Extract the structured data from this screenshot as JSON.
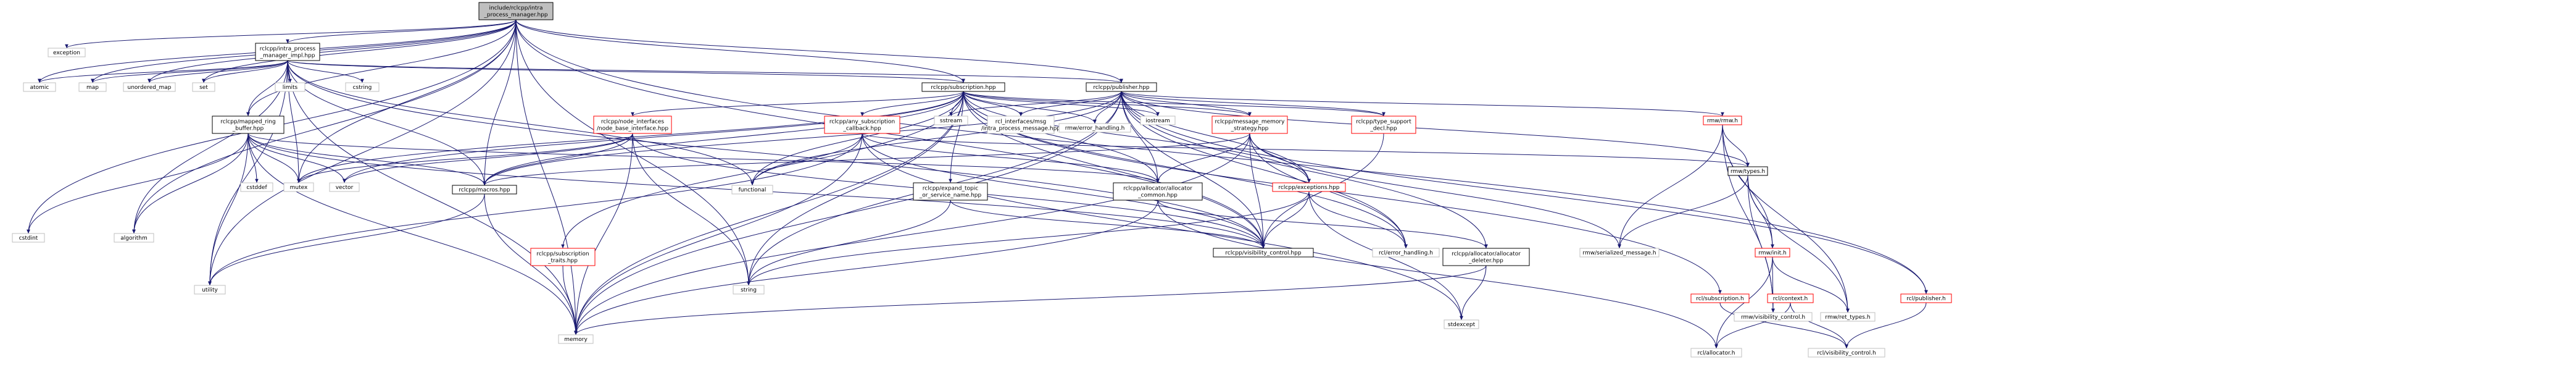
{
  "colors": {
    "edge": "#191970",
    "node_fill": "#ffffff",
    "root_fill": "#bfbfbf",
    "border_linked": "#000000",
    "border_missing": "#ff0000",
    "border_external": "#bfbfbf"
  },
  "nodes": {
    "root": {
      "lines": [
        "include/rclcpp/intra",
        "_process_manager.hpp"
      ],
      "kind": "root"
    },
    "exception": {
      "lines": [
        "exception"
      ],
      "kind": "external"
    },
    "ipm_impl": {
      "lines": [
        "rclcpp/intra_process",
        "_manager_impl.hpp"
      ],
      "kind": "linked"
    },
    "atomic": {
      "lines": [
        "atomic"
      ],
      "kind": "external"
    },
    "map": {
      "lines": [
        "map"
      ],
      "kind": "external"
    },
    "unordered_map": {
      "lines": [
        "unordered_map"
      ],
      "kind": "external"
    },
    "set": {
      "lines": [
        "set"
      ],
      "kind": "external"
    },
    "limits": {
      "lines": [
        "limits"
      ],
      "kind": "external"
    },
    "cstring": {
      "lines": [
        "cstring"
      ],
      "kind": "external"
    },
    "cstdint": {
      "lines": [
        "cstdint"
      ],
      "kind": "external"
    },
    "algorithm": {
      "lines": [
        "algorithm"
      ],
      "kind": "external"
    },
    "mapped_ring": {
      "lines": [
        "rclcpp/mapped_ring",
        "_buffer.hpp"
      ],
      "kind": "linked"
    },
    "cstddef": {
      "lines": [
        "cstddef"
      ],
      "kind": "external"
    },
    "mutex": {
      "lines": [
        "mutex"
      ],
      "kind": "external"
    },
    "vector": {
      "lines": [
        "vector"
      ],
      "kind": "external"
    },
    "utility": {
      "lines": [
        "utility"
      ],
      "kind": "external"
    },
    "memory": {
      "lines": [
        "memory"
      ],
      "kind": "external"
    },
    "macros": {
      "lines": [
        "rclcpp/macros.hpp"
      ],
      "kind": "linked"
    },
    "subscription": {
      "lines": [
        "rclcpp/subscription.hpp"
      ],
      "kind": "linked"
    },
    "publisher": {
      "lines": [
        "rclcpp/publisher.hpp"
      ],
      "kind": "linked"
    },
    "node_base": {
      "lines": [
        "rclcpp/node_interfaces",
        "/node_base_interface.hpp"
      ],
      "kind": "missing"
    },
    "sub_traits": {
      "lines": [
        "rclcpp/subscription",
        "_traits.hpp"
      ],
      "kind": "missing"
    },
    "any_sub_cb": {
      "lines": [
        "rclcpp/any_subscription",
        "_callback.hpp"
      ],
      "kind": "missing"
    },
    "expand_topic": {
      "lines": [
        "rclcpp/expand_topic",
        "_or_service_name.hpp"
      ],
      "kind": "linked"
    },
    "functional": {
      "lines": [
        "functional"
      ],
      "kind": "external"
    },
    "string": {
      "lines": [
        "string"
      ],
      "kind": "external"
    },
    "sstream": {
      "lines": [
        "sstream"
      ],
      "kind": "external"
    },
    "intra_msg": {
      "lines": [
        "rcl_interfaces/msg",
        "/intra_process_message.hpp"
      ],
      "kind": "external"
    },
    "rmw_err_h": {
      "lines": [
        "rmw/error_handling.h"
      ],
      "kind": "external"
    },
    "iostream": {
      "lines": [
        "iostream"
      ],
      "kind": "external"
    },
    "msg_mem": {
      "lines": [
        "rclcpp/message_memory",
        "_strategy.hpp"
      ],
      "kind": "missing"
    },
    "type_support": {
      "lines": [
        "rclcpp/type_support",
        "_decl.hpp"
      ],
      "kind": "missing"
    },
    "exceptions": {
      "lines": [
        "rclcpp/exceptions.hpp"
      ],
      "kind": "missing"
    },
    "alloc_common": {
      "lines": [
        "rclcpp/allocator/allocator",
        "_common.hpp"
      ],
      "kind": "linked"
    },
    "alloc_deleter": {
      "lines": [
        "rclcpp/allocator/allocator",
        "_deleter.hpp"
      ],
      "kind": "linked"
    },
    "visibility": {
      "lines": [
        "rclcpp/visibility_control.hpp"
      ],
      "kind": "linked"
    },
    "rcl_err": {
      "lines": [
        "rcl/error_handling.h"
      ],
      "kind": "external"
    },
    "stdexcept": {
      "lines": [
        "stdexcept"
      ],
      "kind": "external"
    },
    "rmw_rmw": {
      "lines": [
        "rmw/rmw.h"
      ],
      "kind": "missing"
    },
    "rmw_types": {
      "lines": [
        "rmw/types.h"
      ],
      "kind": "linked"
    },
    "rmw_ser": {
      "lines": [
        "rmw/serialized_message.h"
      ],
      "kind": "external"
    },
    "rmw_init": {
      "lines": [
        "rmw/init.h"
      ],
      "kind": "missing"
    },
    "rmw_vis": {
      "lines": [
        "rmw/visibility_control.h"
      ],
      "kind": "external"
    },
    "rmw_ret": {
      "lines": [
        "rmw/ret_types.h"
      ],
      "kind": "external"
    },
    "rcl_sub": {
      "lines": [
        "rcl/subscription.h"
      ],
      "kind": "missing"
    },
    "rcl_ctx": {
      "lines": [
        "rcl/context.h"
      ],
      "kind": "missing"
    },
    "rcl_alloc": {
      "lines": [
        "rcl/allocator.h"
      ],
      "kind": "external"
    },
    "rcl_vis": {
      "lines": [
        "rcl/visibility_control.h"
      ],
      "kind": "external"
    },
    "rcl_pub": {
      "lines": [
        "rcl/publisher.h"
      ],
      "kind": "missing"
    }
  }
}
